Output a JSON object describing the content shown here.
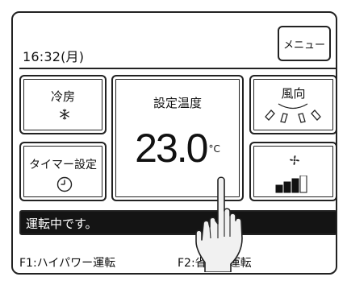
{
  "header": {
    "time": "16:32(月)",
    "menu_label": "メニュー"
  },
  "tiles": {
    "mode": {
      "label": "冷房"
    },
    "timer": {
      "label": "タイマー設定"
    },
    "temperature": {
      "label": "設定温度",
      "value": "23.0",
      "unit": "°C"
    },
    "direction": {
      "label": "風向"
    },
    "fan_speed": {
      "level": 3,
      "max": 4
    }
  },
  "status": {
    "message": "運転中です。"
  },
  "function_keys": {
    "f1": "F1:ハイパワー運転",
    "f2": "F2:省エネ運転"
  },
  "icons": [
    "snowflake-icon",
    "clock-icon",
    "airflow-direction-icon",
    "fan-icon",
    "fan-speed-bars-icon",
    "pointing-hand-icon"
  ]
}
